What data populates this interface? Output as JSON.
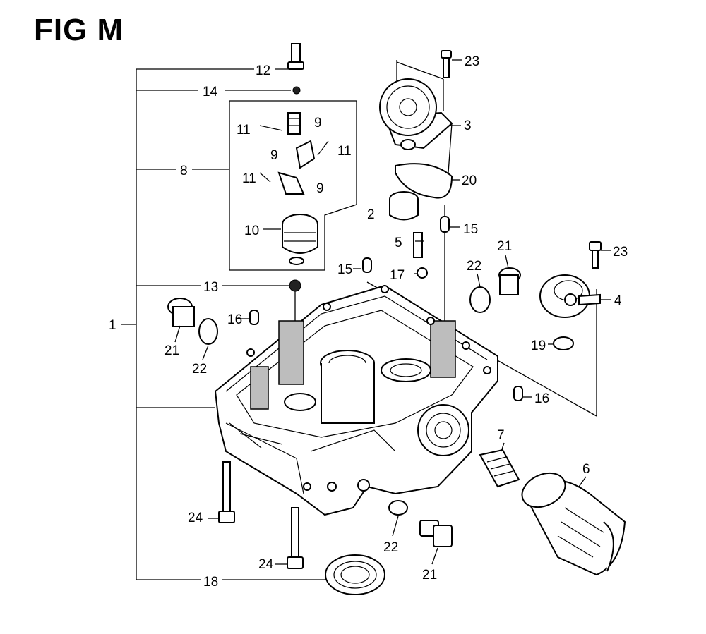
{
  "title": "FIG M",
  "callouts": [
    "1",
    "2",
    "3",
    "4",
    "5",
    "6",
    "7",
    "8",
    "9",
    "9",
    "9",
    "10",
    "11",
    "11",
    "11",
    "12",
    "13",
    "14",
    "15",
    "15",
    "16",
    "16",
    "17",
    "18",
    "19",
    "20",
    "21",
    "21",
    "21",
    "22",
    "22",
    "22",
    "23",
    "23",
    "24",
    "24"
  ]
}
